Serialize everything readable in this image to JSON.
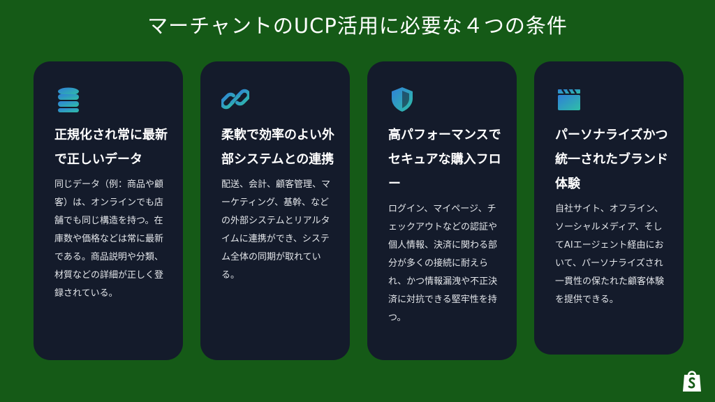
{
  "page": {
    "title": "マーチャントのUCP活用に必要な４つの条件"
  },
  "cards": [
    {
      "icon": "database-icon",
      "title": "正規化され常に最新で正しいデータ",
      "description": "同じデータ（例：商品や顧客）は、オンラインでも店舗でも同じ構造を持つ。在庫数や価格などは常に最新である。商品説明や分類、材質などの詳細が正しく登録されている。"
    },
    {
      "icon": "link-icon",
      "title": "柔軟で効率のよい外部システムとの連携",
      "description": "配送、会計、顧客管理、マーケティング、基幹、などの外部システムとリアルタイムに連携ができ、システム全体の同期が取れている。"
    },
    {
      "icon": "shield-icon",
      "title": "高パフォーマンスでセキュアな購入フロー",
      "description": "ログイン、マイページ、チェックアウトなどの認証や個人情報、決済に関わる部分が多くの接続に耐えられ、かつ情報漏洩や不正決済に対抗できる堅牢性を持つ。"
    },
    {
      "icon": "clapperboard-icon",
      "title": "パーソナライズかつ統一されたブランド体験",
      "description": "自社サイト、オフライン、ソーシャルメディア、そしてAIエージェント経由において、パーソナライズされ一貫性の保たれた顧客体験を提供できる。"
    }
  ],
  "colors": {
    "background": "#155a17",
    "card": "#141b2b",
    "icon_gradient_start": "#2f7fd8",
    "icon_gradient_end": "#2fbfa6"
  },
  "brand": {
    "logo": "shopping-bag-logo"
  }
}
